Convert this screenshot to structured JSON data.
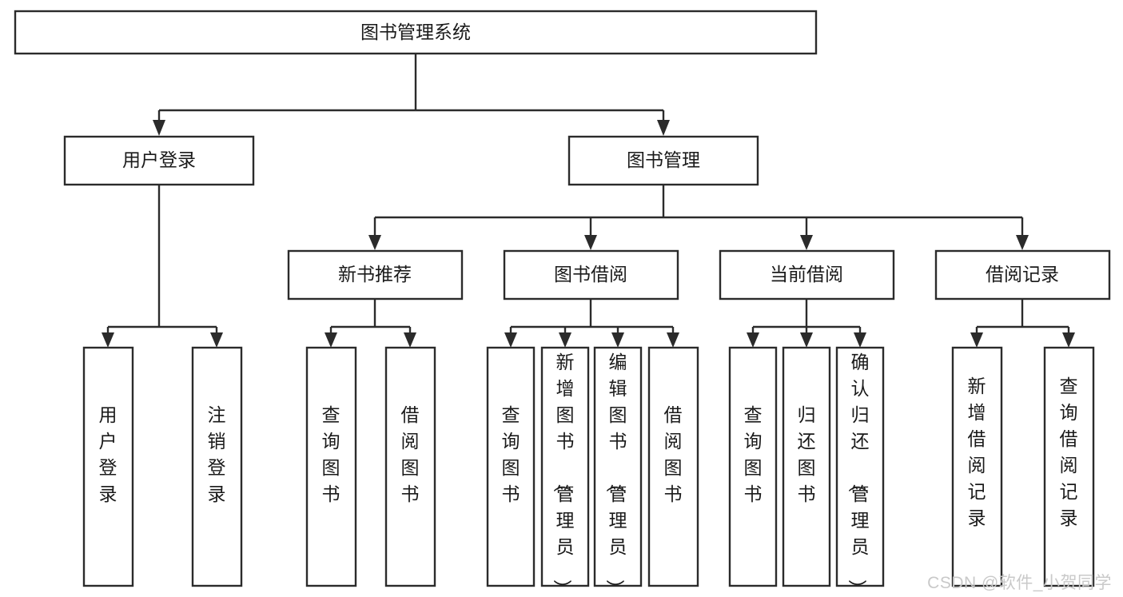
{
  "diagram": {
    "type": "tree",
    "title": "图书管理系统",
    "watermark": "CSDN @软件_小贺同学",
    "colors": {
      "stroke": "#2b2b2b",
      "fill": "#ffffff",
      "text": "#1a1a1a",
      "watermark": "#c9c9c9"
    },
    "levels": {
      "root": {
        "label": "图书管理系统"
      },
      "level2": [
        {
          "label": "用户登录"
        },
        {
          "label": "图书管理"
        }
      ],
      "level3": [
        {
          "label": "新书推荐"
        },
        {
          "label": "图书借阅"
        },
        {
          "label": "当前借阅"
        },
        {
          "label": "借阅记录"
        }
      ],
      "leaves": {
        "user_login": [
          {
            "label": "用户登录"
          },
          {
            "label": "注销登录"
          }
        ],
        "new_book_recommend": [
          {
            "label": "查询图书"
          },
          {
            "label": "借阅图书"
          }
        ],
        "book_borrow": [
          {
            "label": "查询图书"
          },
          {
            "label": "新增图书（管理员）"
          },
          {
            "label": "编辑图书（管理员）"
          },
          {
            "label": "借阅图书"
          }
        ],
        "current_borrow": [
          {
            "label": "查询图书"
          },
          {
            "label": "归还图书"
          },
          {
            "label": "确认归还（管理员）"
          }
        ],
        "borrow_record": [
          {
            "label": "新增借阅记录"
          },
          {
            "label": "查询借阅记录"
          }
        ]
      }
    }
  }
}
